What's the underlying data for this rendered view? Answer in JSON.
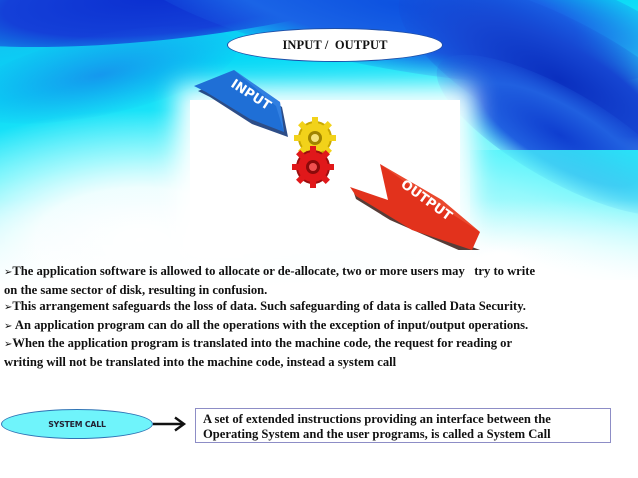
{
  "slide": {
    "title": "INPUT /  OUTPUT",
    "graphic": {
      "input_arrow_label": "INPUT",
      "output_arrow_label": "OUTPUT",
      "input_arrow_color": "#1f6fd6",
      "output_arrow_color": "#e2321c",
      "gear_top_color": "#f2d21a",
      "gear_bottom_color": "#e0181a"
    },
    "bullets": [
      {
        "mark": "➢",
        "lines": [
          "The application software is allowed to allocate or de-allocate, two or more users may   try to write",
          "on the same sector of disk, resulting in confusion."
        ]
      },
      {
        "mark": "➢",
        "lines": [
          "This arrangement safeguards the loss of data. Such safeguarding of data is called Data Security."
        ]
      },
      {
        "mark": "➢",
        "lines": [
          " An application program can do all the operations with the exception of input/output operations."
        ]
      },
      {
        "mark": "➢",
        "lines": [
          "When the application program is translated into the machine code, the request for reading or",
          "writing will not be translated into the machine code, instead a system call"
        ]
      }
    ],
    "system_call": {
      "label": "SYSTEM CALL",
      "definition_lines": [
        "A set of extended instructions providing an interface between the",
        "Operating System and the user programs, is called a System Call"
      ]
    }
  }
}
